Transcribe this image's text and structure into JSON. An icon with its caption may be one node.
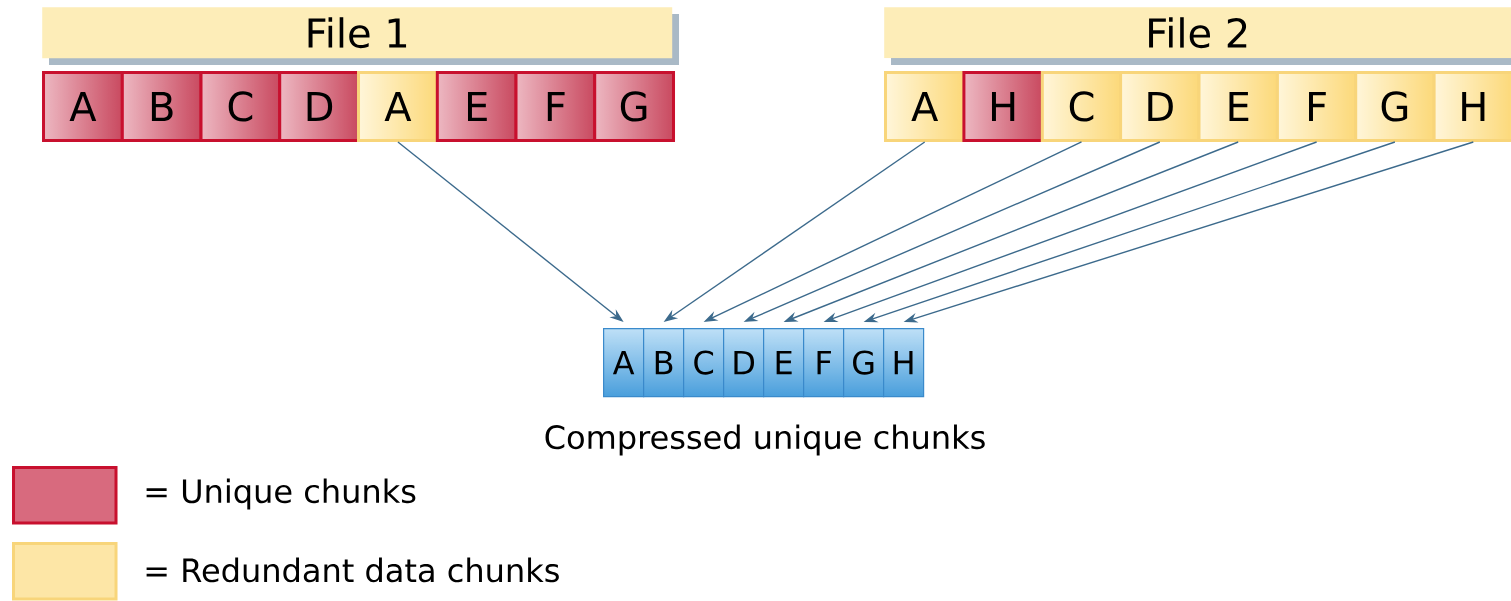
{
  "diagram": {
    "nodes": [
      {
        "text": [
          "File 1"
        ]
      },
      {
        "text": [
          "A"
        ]
      },
      {
        "text": [
          "B"
        ]
      },
      {
        "text": [
          "C"
        ]
      },
      {
        "text": [
          "D"
        ]
      },
      {
        "text": [
          "A"
        ]
      },
      {
        "text": [
          "E"
        ]
      },
      {
        "text": [
          "F"
        ]
      },
      {
        "text": [
          "G"
        ]
      },
      {
        "text": [
          "File 2"
        ]
      },
      {
        "text": [
          "A"
        ]
      },
      {
        "text": [
          "H"
        ]
      },
      {
        "text": [
          "C"
        ]
      },
      {
        "text": [
          "D"
        ]
      },
      {
        "text": [
          "E"
        ]
      },
      {
        "text": [
          "F"
        ]
      },
      {
        "text": [
          "G"
        ]
      },
      {
        "text": [
          "H"
        ]
      },
      {
        "text": [
          "A"
        ]
      },
      {
        "text": [
          "B"
        ]
      },
      {
        "text": [
          "C"
        ]
      },
      {
        "text": [
          "D"
        ]
      },
      {
        "text": [
          "E"
        ]
      },
      {
        "text": [
          "F"
        ]
      },
      {
        "text": [
          "G"
        ]
      },
      {
        "text": [
          "H"
        ]
      }
    ],
    "edges": [
      {
        "from": 5,
        "to": 18,
        "arrow": "to"
      },
      {
        "from": 10,
        "to": 19,
        "arrow": "to"
      },
      {
        "from": 12,
        "to": 20,
        "arrow": "to"
      },
      {
        "from": 13,
        "to": 21,
        "arrow": "to"
      },
      {
        "from": 14,
        "to": 22,
        "arrow": "to"
      },
      {
        "from": 15,
        "to": 23,
        "arrow": "to"
      },
      {
        "from": 16,
        "to": 24,
        "arrow": "to"
      },
      {
        "from": 17,
        "to": 25,
        "arrow": "to"
      }
    ],
    "labels": [
      "Compressed unique chunks"
    ],
    "legend": [
      {
        "text": "= Unique chunks",
        "color": "#d86a7e"
      },
      {
        "text": "= Redundant data chunks",
        "color": "#fde6a6"
      }
    ]
  }
}
